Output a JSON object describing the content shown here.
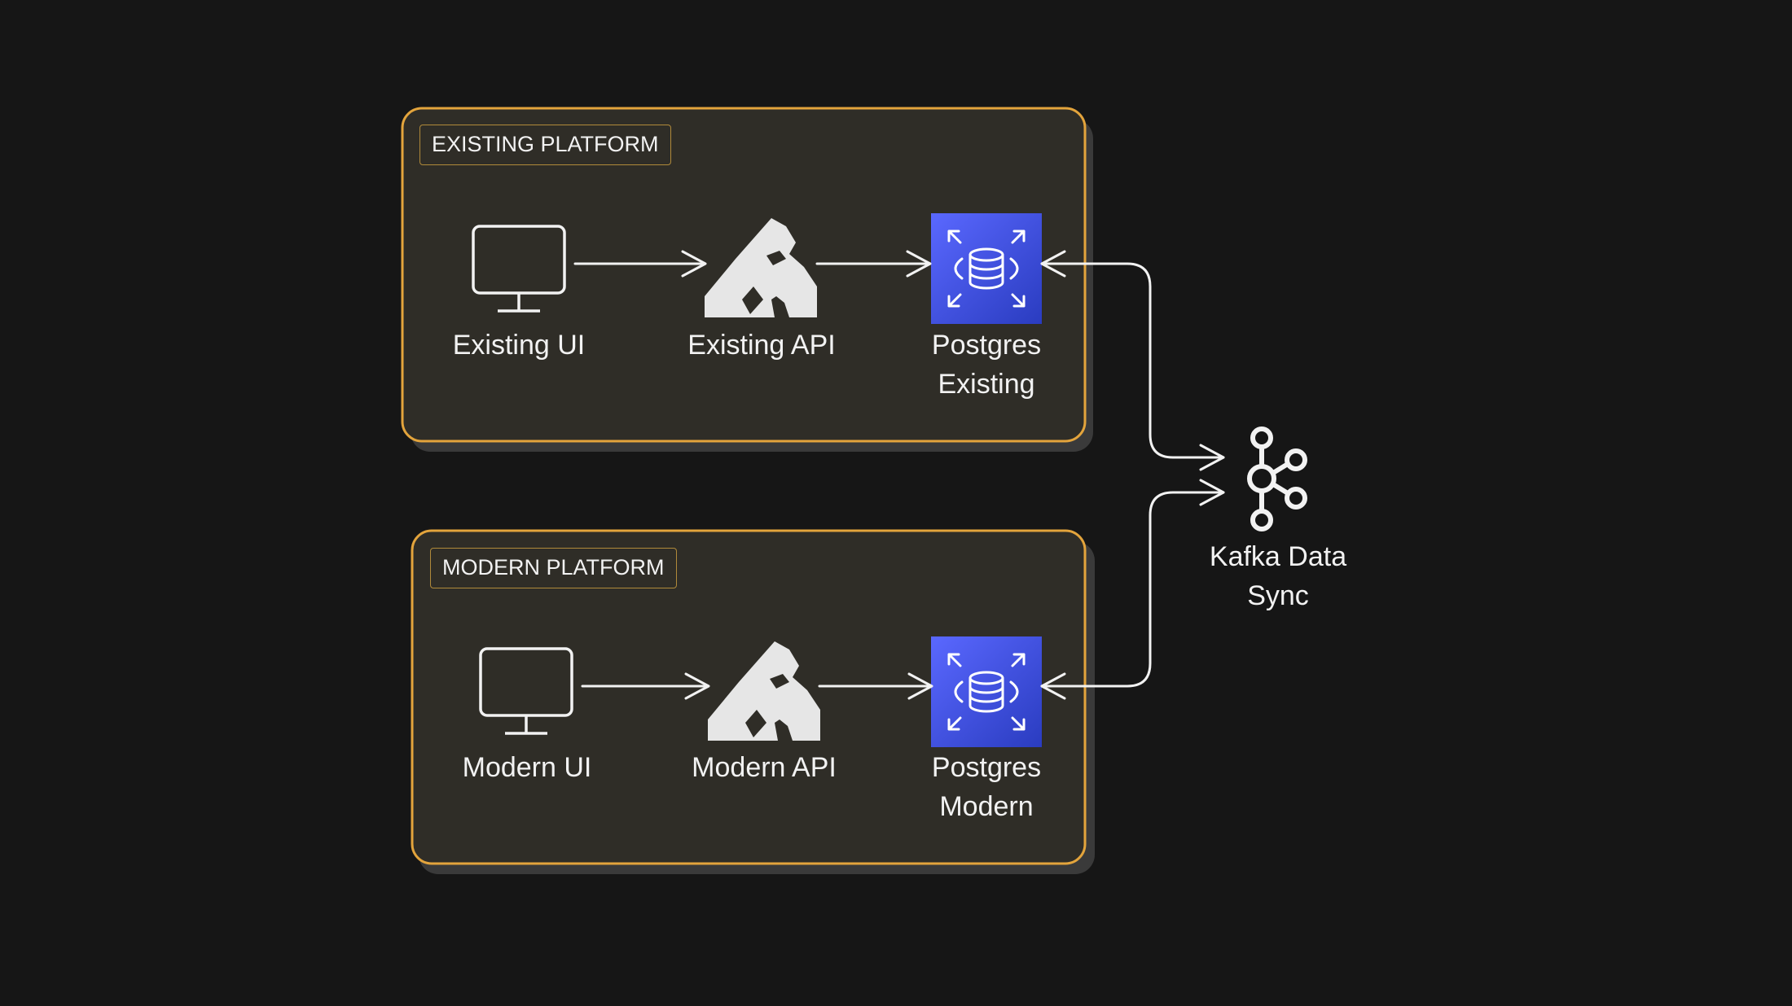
{
  "diagram": {
    "platforms": [
      {
        "tag": "EXISTING PLATFORM",
        "ui_label": "Existing UI",
        "api_label": "Existing API",
        "db_line1": "Postgres",
        "db_line2": "Existing"
      },
      {
        "tag": "MODERN PLATFORM",
        "ui_label": "Modern UI",
        "api_label": "Modern API",
        "db_line1": "Postgres",
        "db_line2": "Modern"
      }
    ],
    "kafka": {
      "line1": "Kafka Data",
      "line2": "Sync"
    }
  },
  "colors": {
    "background": "#161616",
    "panel_fill": "#2f2d27",
    "panel_border": "#e3a43c",
    "db_icon_top": "#5865ff",
    "db_icon_bottom": "#2c3fc4",
    "stroke": "#f2f2f2"
  },
  "icons": {
    "ui": "monitor-icon",
    "api": "gorilla-api-gateway-icon",
    "db": "rds-database-icon",
    "kafka": "kafka-icon"
  }
}
